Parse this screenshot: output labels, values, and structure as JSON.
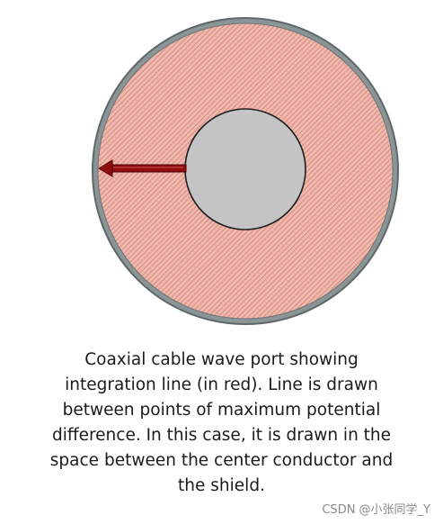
{
  "diagram": {
    "colors": {
      "shield": "#8c9596",
      "shield_stroke": "#5f6869",
      "dielectric": "#f0b9ae",
      "hatch": "#c9766c",
      "center_conductor": "#c4c4c4",
      "center_stroke": "#1e1e1e",
      "integration_line": "#8e0e10"
    },
    "components": [
      "shield",
      "dielectric",
      "center-conductor",
      "integration-line"
    ]
  },
  "caption": {
    "lines": [
      "Coaxial cable wave port showing",
      "integration line (in red). Line is drawn",
      "between points of maximum potential",
      "difference. In this case, it is drawn in the",
      "space between the center conductor and",
      "the shield."
    ]
  },
  "watermark": "CSDN @小张同学_Y"
}
